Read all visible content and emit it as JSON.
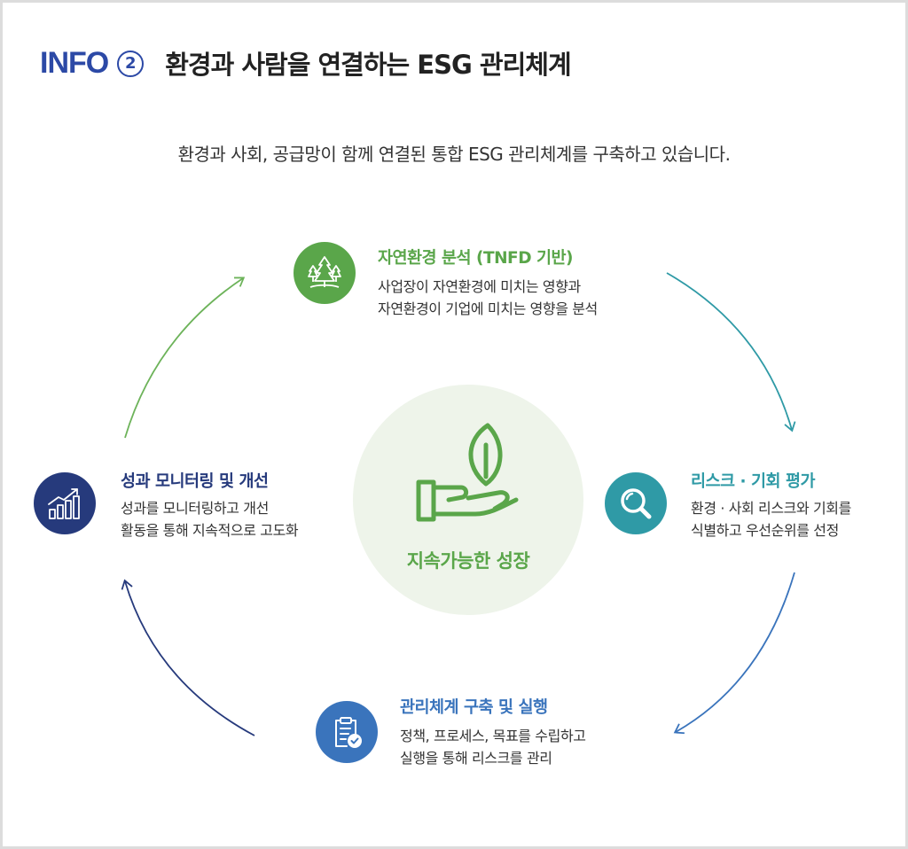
{
  "header": {
    "info_label": "INFO",
    "info_number": "2",
    "title": "환경과 사람을 연결하는 ESG 관리체계"
  },
  "subtitle": "환경과 사회, 공급망이 함께 연결된 통합 ESG 관리체계를 구축하고 있습니다.",
  "center": {
    "label": "지속가능한 성장",
    "icon": "hand-leaf-icon"
  },
  "nodes": {
    "nature": {
      "title": "자연환경 분석 (TNFD 기반)",
      "desc_line1": "사업장이 자연환경에 미치는 영향과",
      "desc_line2": "자연환경이 기업에 미치는 영향을 분석",
      "icon": "trees-icon",
      "color": "#5aa64a"
    },
    "risk": {
      "title": "리스크 · 기회 평가",
      "desc_line1": "환경 · 사회 리스크와 기회를",
      "desc_line2": "식별하고 우선순위를 선정",
      "icon": "magnifier-icon",
      "color": "#2f9aa6"
    },
    "system": {
      "title": "관리체계 구축 및 실행",
      "desc_line1": "정책, 프로세스, 목표를 수립하고",
      "desc_line2": "실행을 통해 리스크를 관리",
      "icon": "clipboard-check-icon",
      "color": "#3a74bc"
    },
    "monitor": {
      "title": "성과 모니터링 및 개선",
      "desc_line1": "성과를 모니터링하고 개선",
      "desc_line2": "활동을 통해 지속적으로 고도화",
      "icon": "bar-chart-icon",
      "color": "#263a7c"
    }
  },
  "colors": {
    "brand_blue": "#2c49a6",
    "center_bg": "#eef4ea",
    "center_text": "#5aa64a"
  }
}
